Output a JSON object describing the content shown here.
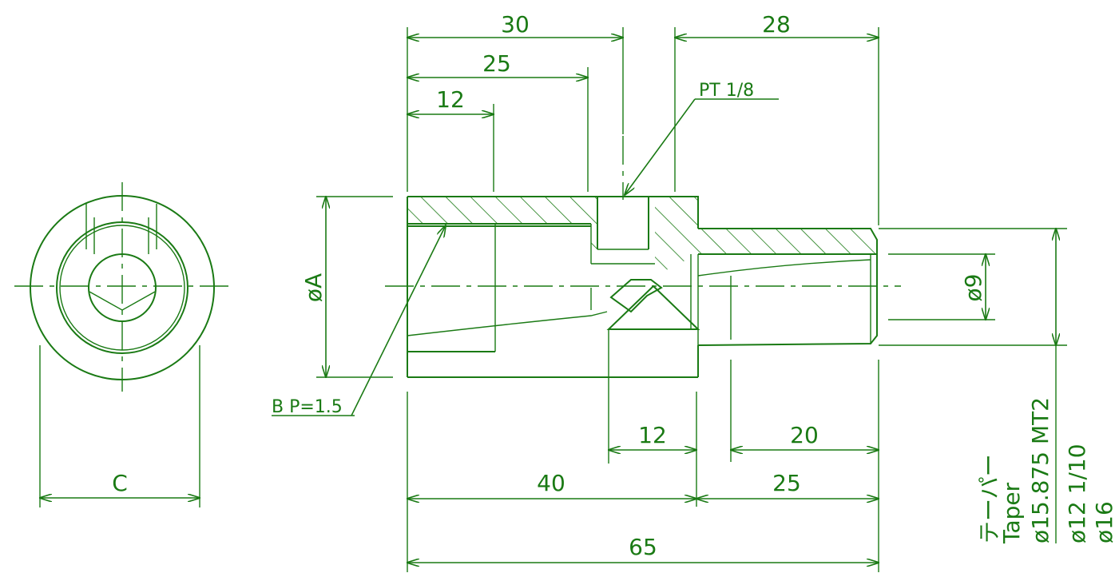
{
  "dimensions": {
    "top_30": "30",
    "top_25": "25",
    "top_12": "12",
    "top_28": "28",
    "bottom_12": "12",
    "bottom_20": "20",
    "bottom_40": "40",
    "bottom_25": "25",
    "overall_65": "65",
    "end_view_c": "C",
    "dia_a": "øA",
    "dia_9": "ø9"
  },
  "callouts": {
    "pt": "PT 1/8",
    "bp": "B P=1.5"
  },
  "taper_note": {
    "line1": "テーパー",
    "line2": "Taper",
    "line3": "ø15.875 MT2",
    "line4": "ø12 1/10",
    "line5": "ø16"
  },
  "colors": {
    "ink": "#1a7a14",
    "background": "#ffffff"
  }
}
